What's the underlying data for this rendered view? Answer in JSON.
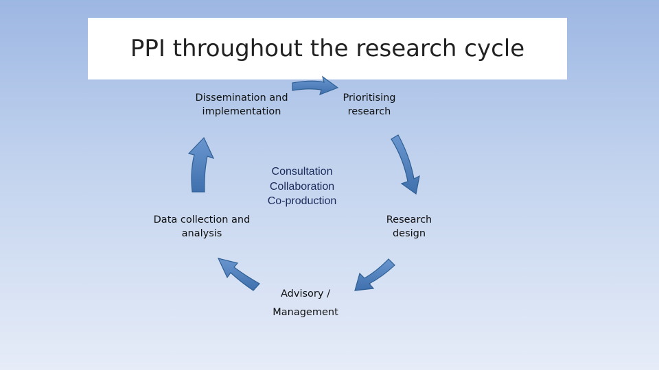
{
  "slide": {
    "title": "PPI throughout the research cycle"
  },
  "cycle": {
    "stages": [
      {
        "line1": "Prioritising",
        "line2": "research"
      },
      {
        "line1": "Research",
        "line2": "design"
      },
      {
        "line1": "Data collection and",
        "line2": "analysis"
      },
      {
        "line1": "Dissemination and",
        "line2": "implementation"
      }
    ],
    "center": [
      "Consultation",
      "Collaboration",
      "Co-production"
    ],
    "bottom": [
      "Advisory /",
      "Management"
    ]
  },
  "colors": {
    "arrow_fill": "#4f81bd",
    "arrow_stroke": "#2f5f93",
    "background_top": "#9db7e3",
    "background_bottom": "#e6ecf8",
    "title_box": "#ffffff"
  }
}
